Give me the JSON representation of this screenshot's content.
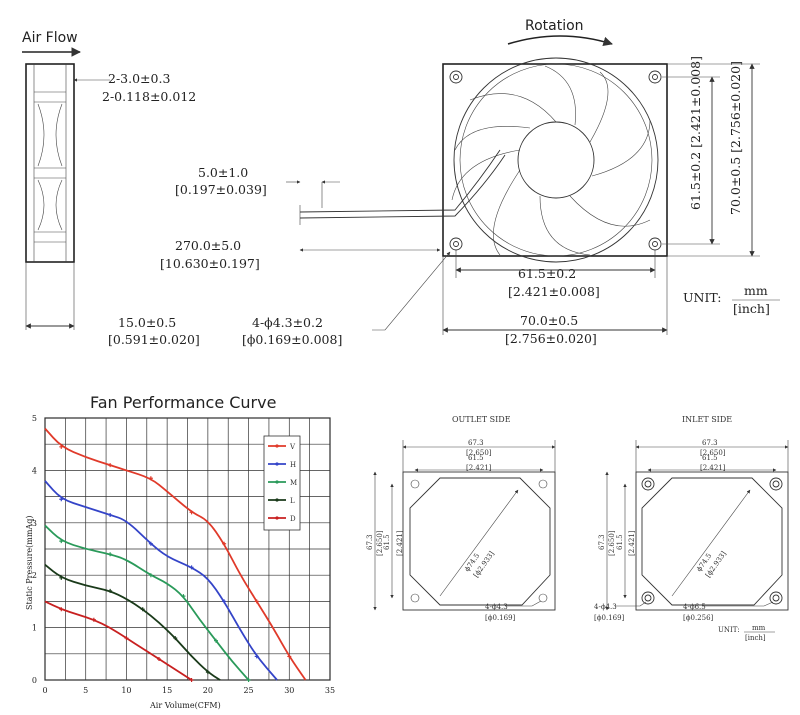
{
  "top": {
    "air_flow": "Air Flow",
    "rotation": "Rotation",
    "dim_thickness_mm": "2-3.0±0.3",
    "dim_thickness_in": "2-0.118±0.012",
    "dim_lead_strip_mm": "5.0±1.0",
    "dim_lead_strip_in": "[0.197±0.039]",
    "dim_lead_len_mm": "270.0±5.0",
    "dim_lead_len_in": "[10.630±0.197]",
    "dim_depth_mm": "15.0±0.5",
    "dim_depth_in": "[0.591±0.020]",
    "dim_hole_mm": "4-ϕ4.3±0.2",
    "dim_hole_in": "[ϕ0.169±0.008]",
    "dim_hole_pitch_h_mm": "61.5±0.2",
    "dim_hole_pitch_h_in": "[2.421±0.008]",
    "dim_width_mm": "70.0±0.5",
    "dim_width_in": "[2.756±0.020]",
    "dim_hole_pitch_v": "61.5±0.2 [2.421±0.008]",
    "dim_height": "70.0±0.5 [2.756±0.020]",
    "unit_label": "UNIT:",
    "unit_mm": "mm",
    "unit_inch": "[inch]"
  },
  "outlet": {
    "title": "OUTLET SIDE",
    "w1_mm": "67.3",
    "w1_in": "[2.650]",
    "w2_mm": "61.5",
    "w2_in": "[2.421]",
    "v1_mm": "67.3",
    "v1_in": "[2.650]",
    "v2_mm": "61.5",
    "v2_in": "[2.421]",
    "dia_mm": "ϕ74.5",
    "dia_in": "[ϕ2.933]",
    "hole_mm": "4-ϕ4.3",
    "hole_in": "[ϕ0.169]"
  },
  "inlet": {
    "title": "INLET SIDE",
    "w1_mm": "67.3",
    "w1_in": "[2.650]",
    "w2_mm": "61.5",
    "w2_in": "[2.421]",
    "v1_mm": "67.3",
    "v1_in": "[2.650]",
    "v2_mm": "61.5",
    "v2_in": "[2.421]",
    "dia_mm": "ϕ74.5",
    "dia_in": "[ϕ2.933]",
    "hole_mm": "4-ϕ4.3",
    "hole_in": "[ϕ0.169]",
    "hole2_mm": "4-ϕ6.5",
    "hole2_in": "[ϕ0.256]",
    "unit_label": "UNIT:",
    "unit_mm": "mm",
    "unit_inch": "[inch]"
  },
  "chart_data": {
    "type": "line",
    "title": "Fan Performance Curve",
    "xlabel": "Air Volume(CFM)",
    "ylabel": "Static Pressure(mmAq)",
    "xlim": [
      0,
      35
    ],
    "ylim": [
      0,
      5
    ],
    "xticks": [
      0,
      5,
      10,
      15,
      20,
      25,
      30,
      35
    ],
    "yticks": [
      0,
      1,
      2,
      3,
      4,
      5
    ],
    "grid": true,
    "legend": "top-right",
    "series": [
      {
        "name": "V",
        "color": "#e03a2a",
        "x": [
          0,
          2,
          5,
          8,
          10,
          13,
          15,
          18,
          20,
          22,
          24,
          26,
          28,
          30,
          32
        ],
        "y": [
          4.8,
          4.45,
          4.25,
          4.1,
          4.0,
          3.85,
          3.6,
          3.2,
          3.05,
          2.6,
          2.0,
          1.5,
          1.0,
          0.45,
          0.0
        ]
      },
      {
        "name": "H",
        "color": "#3444c8",
        "x": [
          0,
          2,
          5,
          8,
          10,
          13,
          15,
          18,
          20,
          22,
          24,
          26,
          28.5
        ],
        "y": [
          3.8,
          3.45,
          3.3,
          3.15,
          3.05,
          2.6,
          2.35,
          2.15,
          1.95,
          1.5,
          0.95,
          0.45,
          0.0
        ]
      },
      {
        "name": "M",
        "color": "#2a9a5a",
        "x": [
          0,
          2,
          5,
          8,
          10,
          13,
          15,
          17,
          19,
          21,
          23,
          25
        ],
        "y": [
          2.95,
          2.65,
          2.5,
          2.4,
          2.3,
          2.0,
          1.85,
          1.6,
          1.15,
          0.75,
          0.35,
          0.0
        ]
      },
      {
        "name": "L",
        "color": "#1a3a1a",
        "x": [
          0,
          2,
          5,
          8,
          10,
          12,
          14,
          16,
          18,
          20,
          21.5
        ],
        "y": [
          2.2,
          1.95,
          1.8,
          1.7,
          1.55,
          1.35,
          1.1,
          0.8,
          0.45,
          0.15,
          0.0
        ]
      },
      {
        "name": "D",
        "color": "#c82020",
        "x": [
          0,
          2,
          4,
          6,
          8,
          10,
          12,
          14,
          16,
          18
        ],
        "y": [
          1.5,
          1.35,
          1.25,
          1.15,
          1.0,
          0.8,
          0.6,
          0.4,
          0.2,
          0.0
        ]
      }
    ]
  }
}
